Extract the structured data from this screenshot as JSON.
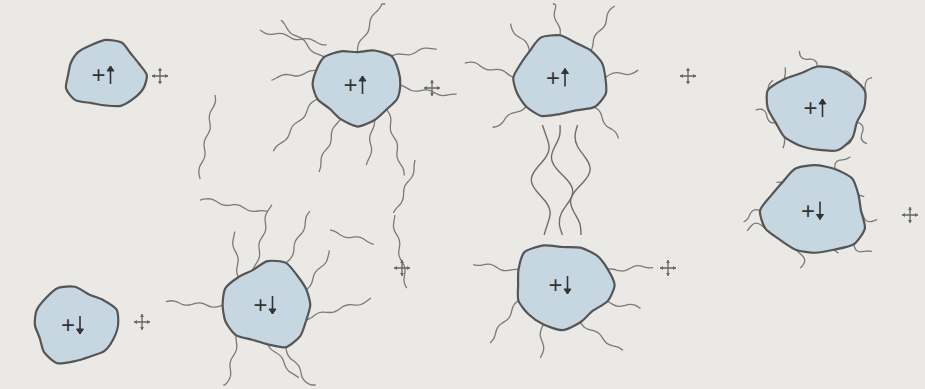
{
  "diagram": {
    "nodes": [
      {
        "text": [
          "+"
        ]
      },
      {
        "text": [
          "+"
        ]
      },
      {
        "text": [
          "+"
        ]
      },
      {
        "text": [
          "+"
        ]
      },
      {
        "text": [
          "+"
        ]
      },
      {
        "text": [
          "+"
        ]
      },
      {
        "text": [
          "+"
        ]
      },
      {
        "text": [
          "+"
        ]
      }
    ],
    "edges": [
      {
        "from": 4,
        "to": 5,
        "arrow": "none"
      },
      {
        "from": 4,
        "to": 5,
        "arrow": "none"
      },
      {
        "from": 4,
        "to": 5,
        "arrow": "none"
      }
    ]
  }
}
